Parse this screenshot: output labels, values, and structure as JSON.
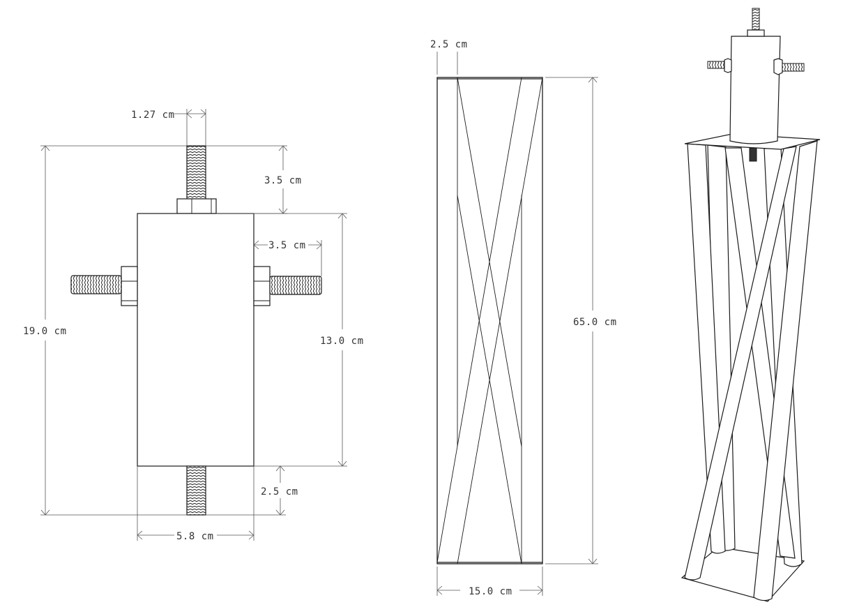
{
  "front_view": {
    "dimensions": {
      "rod_diameter": "1.27 cm",
      "top_rod_length": "3.5 cm",
      "side_rod_length": "3.5 cm",
      "total_height": "19.0 cm",
      "body_height": "13.0 cm",
      "bottom_rod_length": "2.5 cm",
      "body_width": "5.8 cm"
    }
  },
  "stand_elevation": {
    "dimensions": {
      "leg_width": "2.5 cm",
      "stand_height": "65.0 cm",
      "base_width": "15.0 cm"
    }
  },
  "colors": {
    "line": "#1a1a1a",
    "dimension": "#555555",
    "background": "#ffffff"
  }
}
